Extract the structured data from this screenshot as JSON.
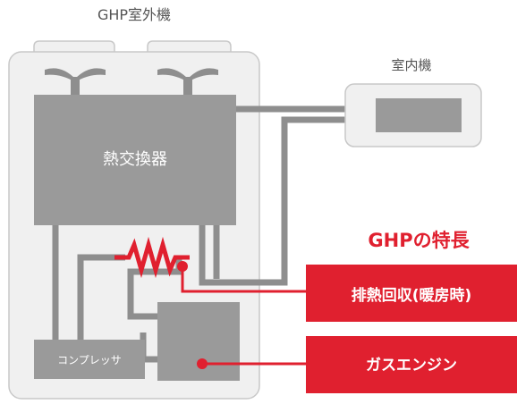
{
  "outdoor_unit": {
    "title": "GHP室外機",
    "heat_exchanger_label": "熱交換器",
    "compressor_label": "コンプレッサ",
    "fans": [
      "fan",
      "fan"
    ]
  },
  "indoor_unit": {
    "title": "室内機"
  },
  "features": {
    "heading": "GHPの特長",
    "items": [
      {
        "label": "排熱回収(暖房時)"
      },
      {
        "label": "ガスエンジン"
      }
    ]
  },
  "colors": {
    "accent_red": "#e0202f",
    "unit_fill": "#f0f0f0",
    "unit_stroke": "#c8c8c8",
    "component_gray": "#9a9a9a",
    "pipe_gray": "#8e8e8e",
    "label_text": "#555555",
    "component_text": "#ffffff"
  }
}
